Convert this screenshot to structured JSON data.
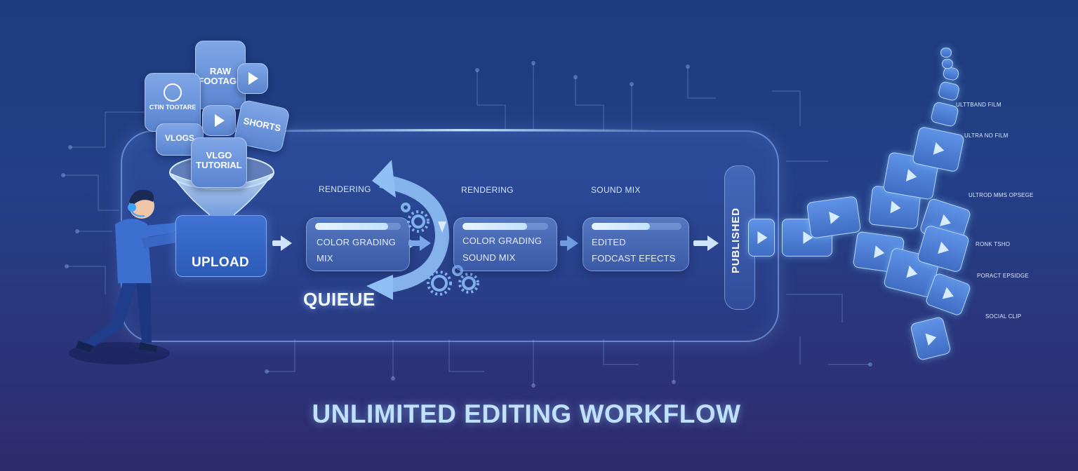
{
  "title": "UNLIMITED EDITING WORKFLOW",
  "footage_tiles": [
    {
      "lines": [
        "RAW",
        "FOOTAGE"
      ]
    },
    {
      "lines": [
        "CTIN TOOTARE"
      ]
    },
    {
      "lines": [
        "VLOGS"
      ]
    },
    {
      "lines": [
        "SHORTS"
      ]
    },
    {
      "lines": [
        "VLGO",
        "TUTORIAL"
      ]
    }
  ],
  "upload": {
    "label": "UPLOAD"
  },
  "queue": {
    "label": "QUIEUE"
  },
  "stages": [
    {
      "caption": "RENDERING",
      "lines": [
        "COLOR GRADING",
        "MIX"
      ],
      "progress": 0.85
    },
    {
      "caption": "RENDERING",
      "lines": [
        "COLOR GRADING",
        "SOUND MIX"
      ],
      "progress": 0.75
    },
    {
      "caption": "SOUND MIX",
      "lines": [
        "EDITED",
        "FODCAST EFECTS"
      ],
      "progress": 0.65
    }
  ],
  "published": {
    "label": "PUBLISHED"
  },
  "output_labels": [
    "ULTTBAND FILM",
    "ULTRA NO FILM",
    "ULTROD MMS OPSEGE",
    "RONK TSHO",
    "PORACT EPSIDGE",
    "SOCIAL CLIP"
  ],
  "colors": {
    "accent": "#cfe4ff",
    "title": "#bfe0ff",
    "background_top": "#1d3b7e",
    "background_bottom": "#2f2a6a"
  }
}
